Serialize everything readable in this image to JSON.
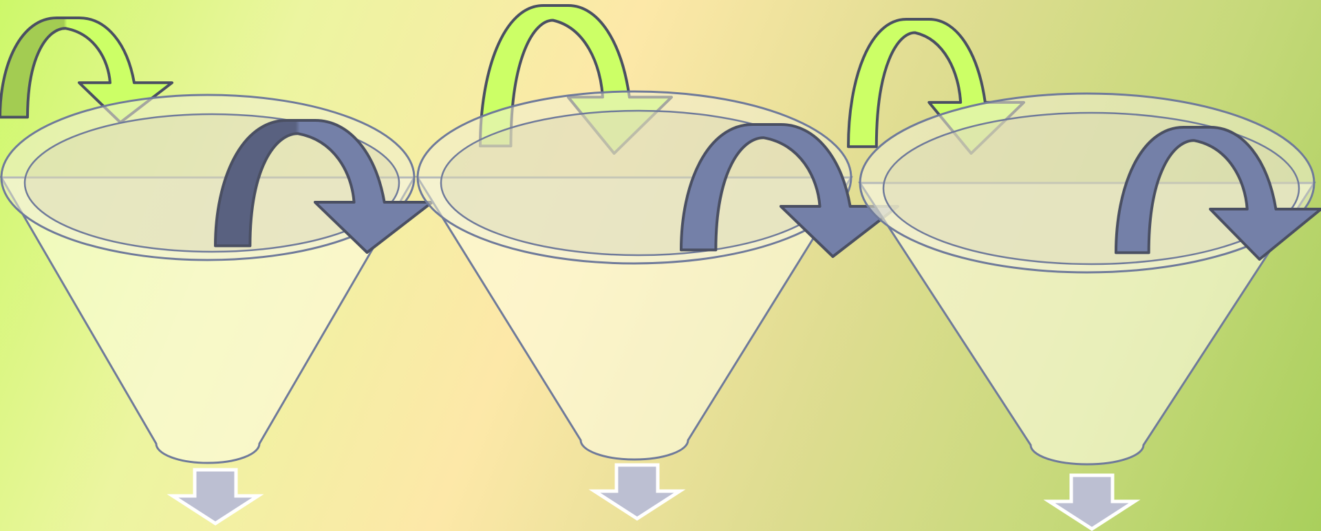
{
  "diagram": {
    "type": "funnel-process",
    "funnel_count": 3,
    "colors": {
      "background_green": "#cdf86a",
      "background_cream": "#fde8a8",
      "background_olive": "#a9cf5c",
      "funnel_fill": "#fdfbe0",
      "funnel_stroke": "#6f7a9a",
      "green_arrow_light": "#ccff66",
      "green_arrow_dark": "#a3cc52",
      "blue_arrow_light": "#7480a8",
      "blue_arrow_dark": "#596180",
      "arrow_stroke": "#4a4f62",
      "down_arrow_fill": "#bcbfd2",
      "down_arrow_stroke": "#ffffff"
    },
    "funnels": [
      {
        "name": "funnel-1",
        "icons": [
          "green-curved-arrow-icon",
          "blue-curved-arrow-icon",
          "down-arrow-icon"
        ]
      },
      {
        "name": "funnel-2",
        "icons": [
          "green-curved-arrow-icon",
          "blue-curved-arrow-icon",
          "down-arrow-icon"
        ]
      },
      {
        "name": "funnel-3",
        "icons": [
          "green-curved-arrow-icon",
          "blue-curved-arrow-icon",
          "down-arrow-icon"
        ]
      }
    ]
  }
}
